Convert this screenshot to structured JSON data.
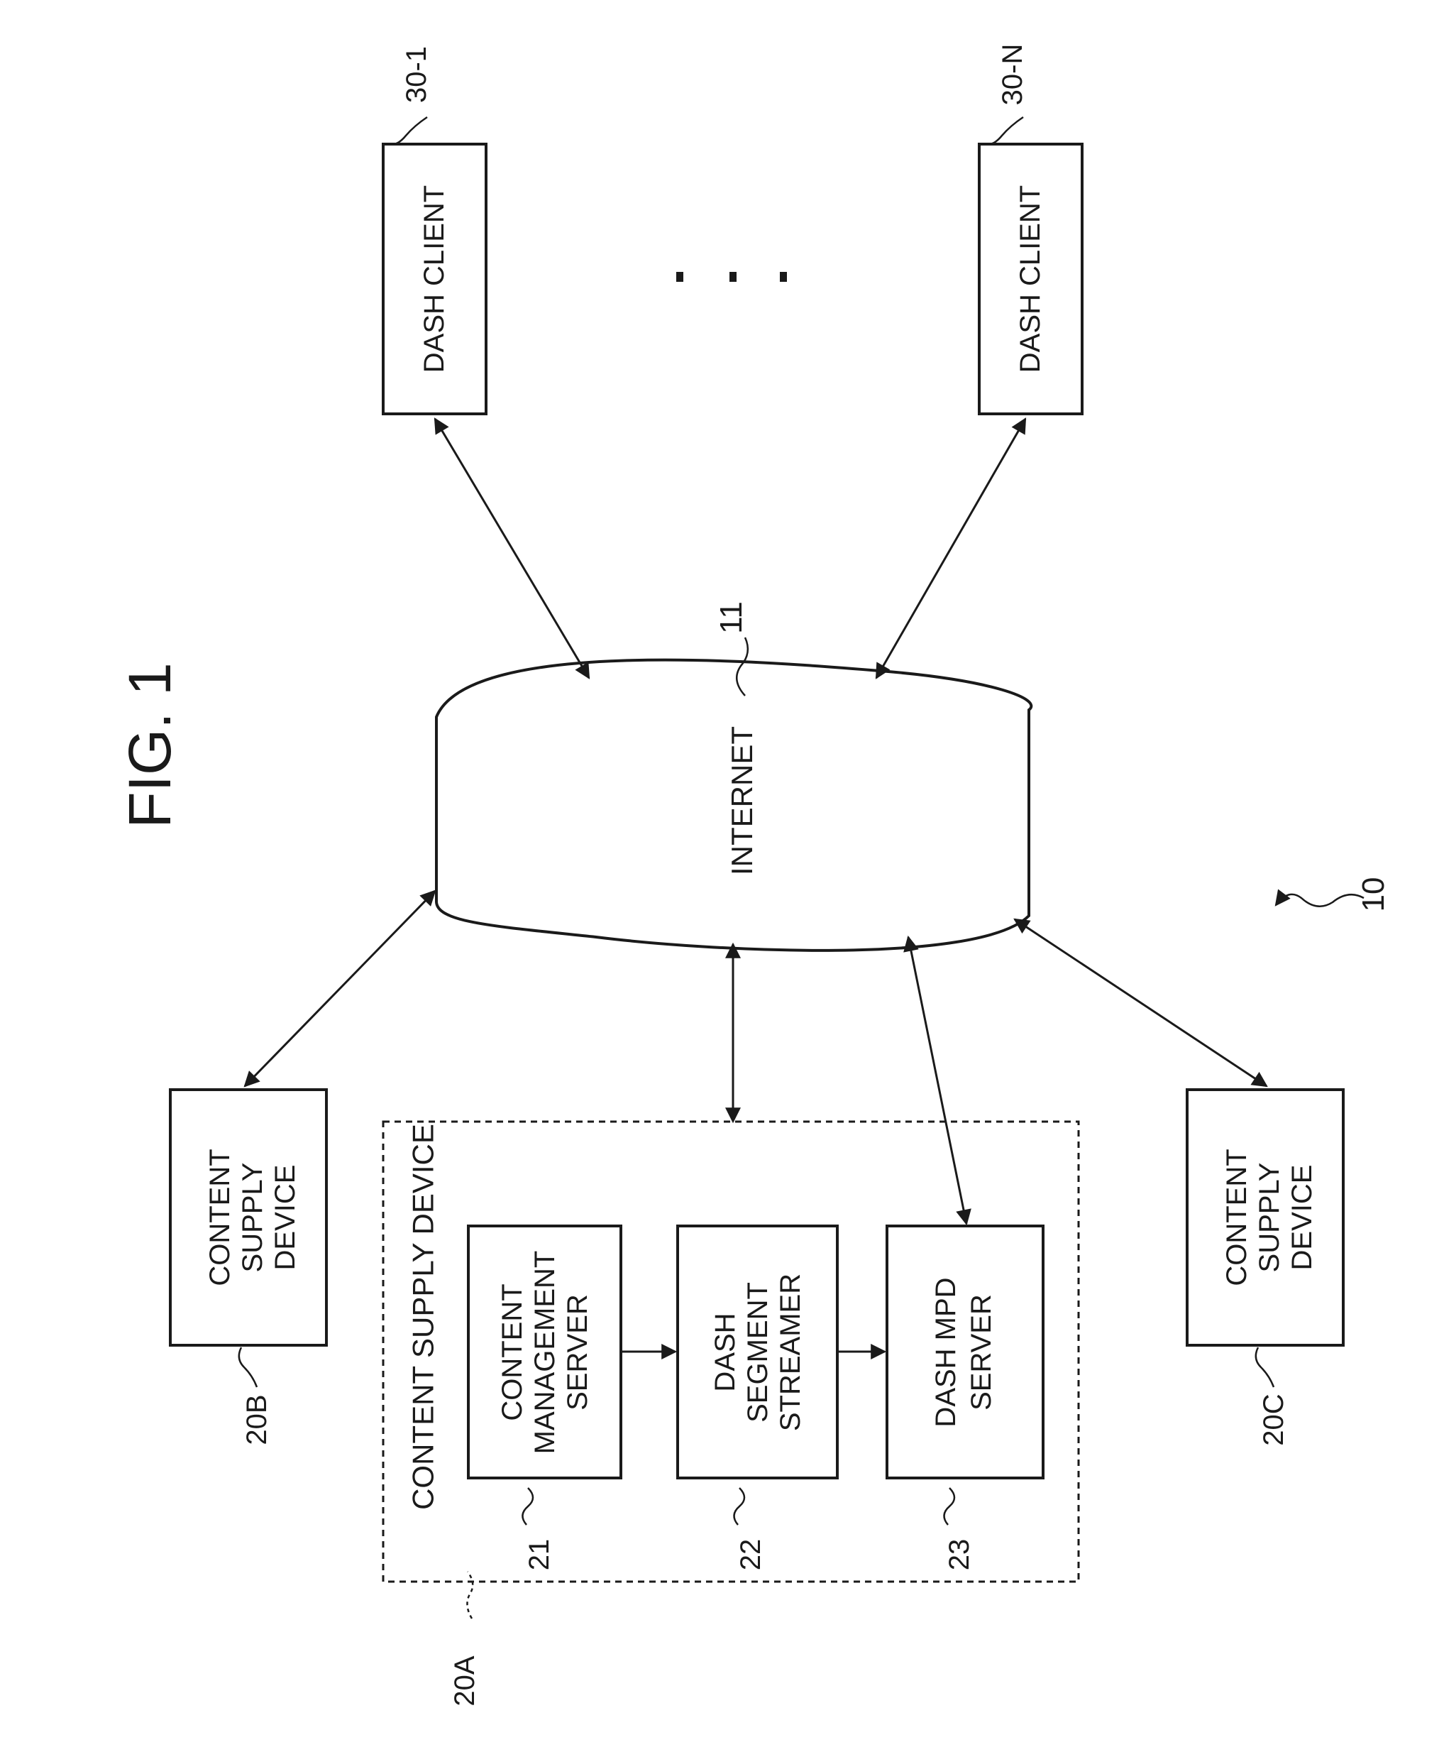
{
  "figure_title": "FIG. 1",
  "system_ref": "10",
  "internet": {
    "label": "INTERNET",
    "ref": "11"
  },
  "clients": [
    {
      "label": "DASH CLIENT",
      "ref": "30-1"
    },
    {
      "label": "DASH CLIENT",
      "ref": "30-N"
    }
  ],
  "supply_b": {
    "line1": "CONTENT",
    "line2": "SUPPLY",
    "line3": "DEVICE",
    "ref": "20B"
  },
  "supply_c": {
    "line1": "CONTENT",
    "line2": "SUPPLY",
    "line3": "DEVICE",
    "ref": "20C"
  },
  "supply_a": {
    "label": "CONTENT SUPPLY DEVICE",
    "ref": "20A",
    "cms": {
      "line1": "CONTENT",
      "line2": "MANAGEMENT",
      "line3": "SERVER",
      "ref": "21"
    },
    "streamer": {
      "line1": "DASH",
      "line2": "SEGMENT",
      "line3": "STREAMER",
      "ref": "22"
    },
    "mpd": {
      "line1": "DASH MPD",
      "line2": "SERVER",
      "ref": "23"
    }
  }
}
